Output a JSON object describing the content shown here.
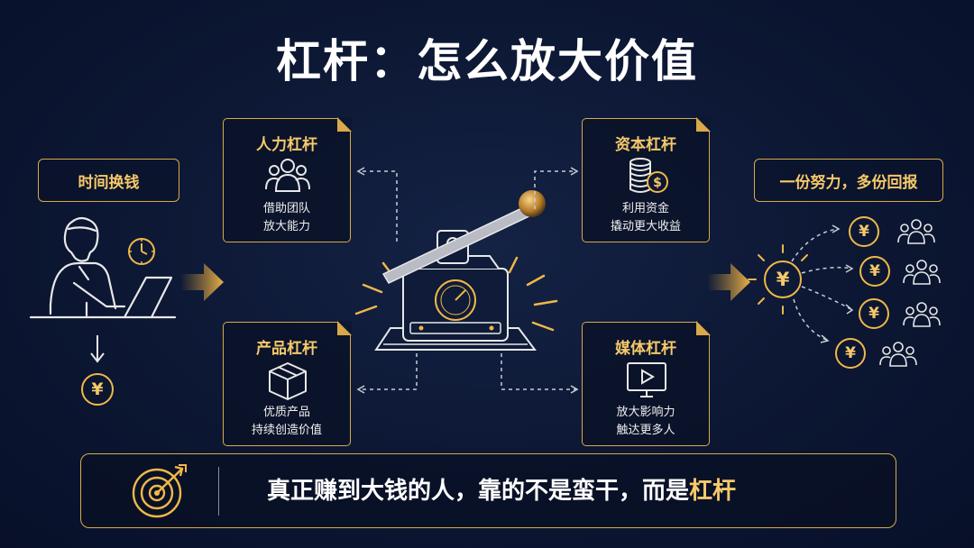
{
  "title": "杠杆：怎么放大价值",
  "left": {
    "label": "时间换钱",
    "coin_symbol": "¥"
  },
  "right": {
    "label": "一份努力，多份回报",
    "coin_symbol": "¥"
  },
  "cards": {
    "human": {
      "title": "人力杠杆",
      "line1": "借助团队",
      "line2": "放大能力"
    },
    "capital": {
      "title": "资本杠杆",
      "line1": "利用资金",
      "line2": "撬动更大收益"
    },
    "product": {
      "title": "产品杠杆",
      "line1": "优质产品",
      "line2": "持续创造价值"
    },
    "media": {
      "title": "媒体杠杆",
      "line1": "放大影响力",
      "line2": "触达更多人"
    }
  },
  "bottom": {
    "text_main": "真正赚到大钱的人，靠的不是蛮干，而是",
    "text_highlight": "杠杆"
  },
  "colors": {
    "gold": "#d9a94a",
    "gold_text": "#f6c96a",
    "background": "#0c1733"
  }
}
